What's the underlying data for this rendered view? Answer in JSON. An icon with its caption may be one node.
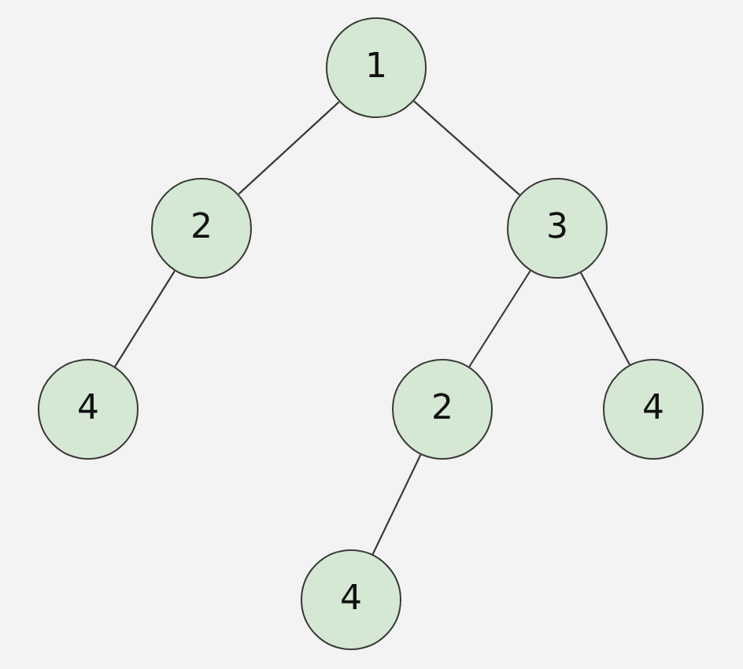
{
  "diagram": {
    "nodes": [
      {
        "text": [
          "1"
        ]
      },
      {
        "text": [
          "2"
        ]
      },
      {
        "text": [
          "3"
        ]
      },
      {
        "text": [
          "4"
        ]
      },
      {
        "text": [
          "2"
        ]
      },
      {
        "text": [
          "4"
        ]
      },
      {
        "text": [
          "4"
        ]
      }
    ],
    "edges": [
      {
        "from": 0,
        "to": 1,
        "arrow": "none"
      },
      {
        "from": 0,
        "to": 2,
        "arrow": "none"
      },
      {
        "from": 1,
        "to": 3,
        "arrow": "none"
      },
      {
        "from": 2,
        "to": 4,
        "arrow": "none"
      },
      {
        "from": 2,
        "to": 5,
        "arrow": "none"
      },
      {
        "from": 4,
        "to": 6,
        "arrow": "none"
      }
    ]
  }
}
